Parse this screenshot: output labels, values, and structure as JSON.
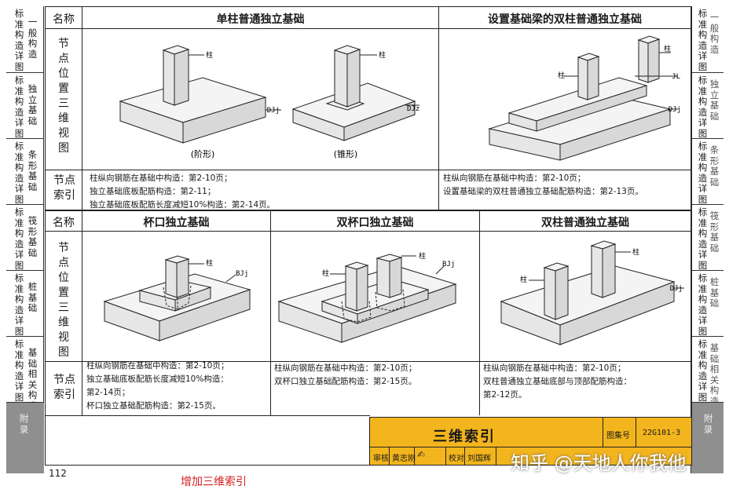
{
  "left_tabs": [
    {
      "c1": "标准构造详图",
      "c2": "一般构造"
    },
    {
      "c1": "标准构造详图",
      "c2": "独立基础"
    },
    {
      "c1": "标准构造详图",
      "c2": "条形基础"
    },
    {
      "c1": "标准构造详图",
      "c2": "筏形基础"
    },
    {
      "c1": "标准构造详图",
      "c2": "桩基础"
    },
    {
      "c1": "标准构造详图",
      "c2": "基础相关构造"
    },
    {
      "c1": "附录",
      "c2": ""
    }
  ],
  "right_tabs": [
    {
      "c1": "标准构造详图",
      "c2": "一般构造"
    },
    {
      "c1": "标准构造详图",
      "c2": "独立基础"
    },
    {
      "c1": "标准构造详图",
      "c2": "条形基础"
    },
    {
      "c1": "标准构造详图",
      "c2": "筏形基础"
    },
    {
      "c1": "标准构造详图",
      "c2": "桩基础"
    },
    {
      "c1": "标准构造详图",
      "c2": "基础相关构造"
    },
    {
      "c1": "附录",
      "c2": ""
    }
  ],
  "labels": {
    "name": "名称",
    "view": "节点位置三维视图",
    "index": "节点索引"
  },
  "top": {
    "single": {
      "title": "单柱普通独立基础",
      "col": "柱",
      "djj": "DJj",
      "djz": "DJz",
      "stepped": "(阶形)",
      "conical": "(锥形)",
      "index": [
        "柱纵向钢筋在基础中构造：第2-10页；",
        "独立基础底板配筋构造：第2-11；",
        "独立基础底板配筋长度减短10%构造：第2-14页。"
      ]
    },
    "double": {
      "title": "设置基础梁的双柱普通独立基础",
      "col": "柱",
      "jl": "JL",
      "djj": "DJj",
      "index": [
        "柱纵向钢筋在基础中构造：第2-10页；",
        "设置基础梁的双柱普通独立基础配筋构造：第2-13页。"
      ]
    }
  },
  "bottom": {
    "cup": {
      "title": "杯口独立基础",
      "col": "柱",
      "bjj": "BJj",
      "index": [
        "柱纵向钢筋在基础中构造：第2-10页；",
        "独立基础底板配筋长度减短10%构造：",
        "第2-14页；",
        "杯口独立基础配筋构造：第2-15页。"
      ]
    },
    "dcup": {
      "title": "双杯口独立基础",
      "col": "柱",
      "bjj": "BJj",
      "index": [
        "柱纵向钢筋在基础中构造：第2-10页；",
        "双杯口独立基础配筋构造：第2-15页。"
      ]
    },
    "dcol": {
      "title": "双柱普通独立基础",
      "col": "柱",
      "djj": "DJj",
      "index": [
        "柱纵向钢筋在基础中构造：第2-10页；",
        "双柱普通独立基础底部与顶部配筋构造：",
        "第2-12页。"
      ]
    }
  },
  "title_block": {
    "title": "三维索引",
    "atlas_label": "图集号",
    "atlas_no": "22G101-3",
    "review": "审核",
    "reviewer": "黄志刚",
    "check": "校对",
    "checker": "刘国辉"
  },
  "page_number": "112",
  "note": "增加三维索引",
  "watermark": "知乎 @天地人你我他"
}
